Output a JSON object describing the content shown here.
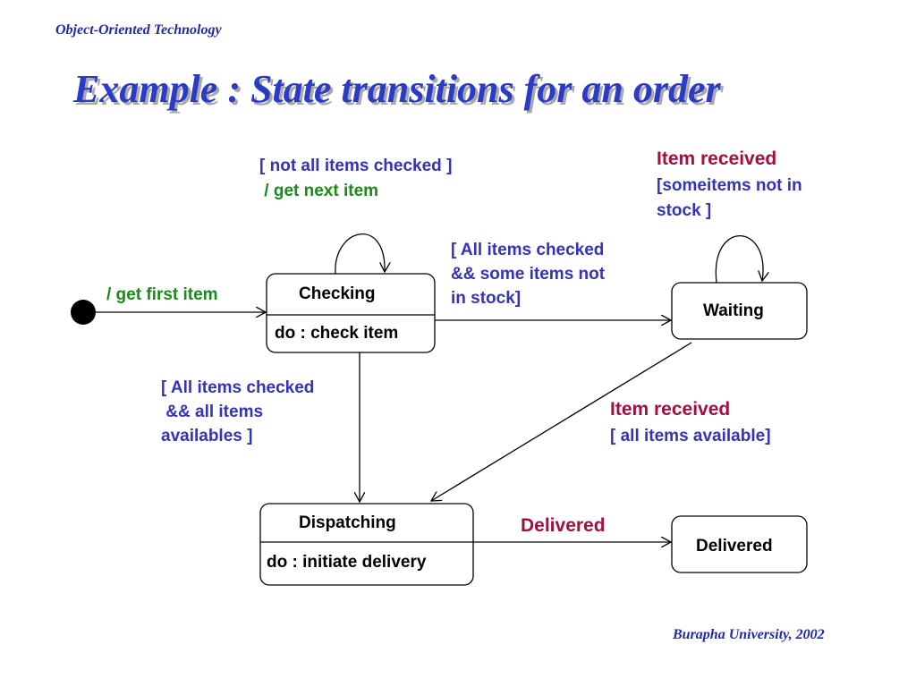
{
  "slide": {
    "header": "Object-Oriented Technology",
    "title": "Example : State transitions for an order",
    "footer": "Burapha University, 2002"
  },
  "states": {
    "checking": {
      "name": "Checking",
      "activity": "do : check item"
    },
    "waiting": {
      "name": "Waiting"
    },
    "dispatching": {
      "name": "Dispatching",
      "activity": "do : initiate delivery"
    },
    "delivered": {
      "name": "Delivered"
    }
  },
  "transitions": {
    "initial_action": "/ get first item",
    "checking_self": {
      "guard": "[ not all items checked ]",
      "action": " / get next item"
    },
    "checking_to_waiting": {
      "line1": "[ All items checked",
      "line2": "&& some items not",
      "line3": "in stock]"
    },
    "waiting_self": {
      "event": "Item received",
      "line1": "[someitems not in",
      "line2": "stock ]"
    },
    "checking_to_dispatching": {
      "line1": "[ All items checked",
      "line2": " && all items",
      "line3": "availables ]"
    },
    "waiting_to_dispatching": {
      "event": "Item received",
      "guard": "[ all items available]"
    },
    "dispatching_to_delivered": {
      "event": "Delivered"
    }
  },
  "colors": {
    "title": "#2b3bc4",
    "guard": "#3333bb",
    "action": "#1a8a1a",
    "event": "#a01040"
  }
}
